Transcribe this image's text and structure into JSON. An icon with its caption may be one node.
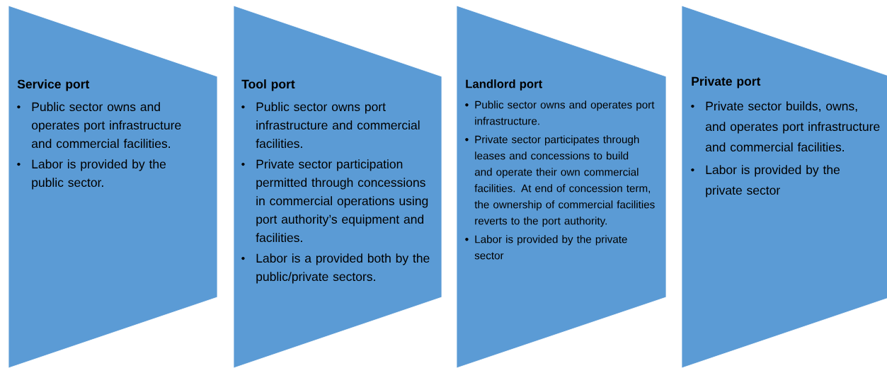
{
  "diagram": {
    "nodes": [
      {
        "text": [
          "Service port",
          "Public sector owns and operates port infrastructure and commercial facilities.",
          "Labor is provided by the public sector."
        ]
      },
      {
        "text": [
          "Tool port",
          "Public sector owns port infrastructure and commercial facilities.",
          "Private sector participation permitted through concessions in commercial operations using port authority’s equipment and facilities.",
          "Labor is a provided both by the public/private sectors."
        ]
      },
      {
        "text": [
          "Landlord port",
          "Public sector owns and operates port infrastructure.",
          "Private sector participates through leases and concessions to build and operate their own commercial facilities. At end of concession term, the ownership of commercial facilities reverts to the port authority.",
          "Labor is provided by the private sector"
        ]
      },
      {
        "text": [
          "Private port",
          "Private sector builds, owns, and operates port infrastructure and commercial facilities.",
          "Labor is provided by the private sector"
        ]
      }
    ]
  }
}
